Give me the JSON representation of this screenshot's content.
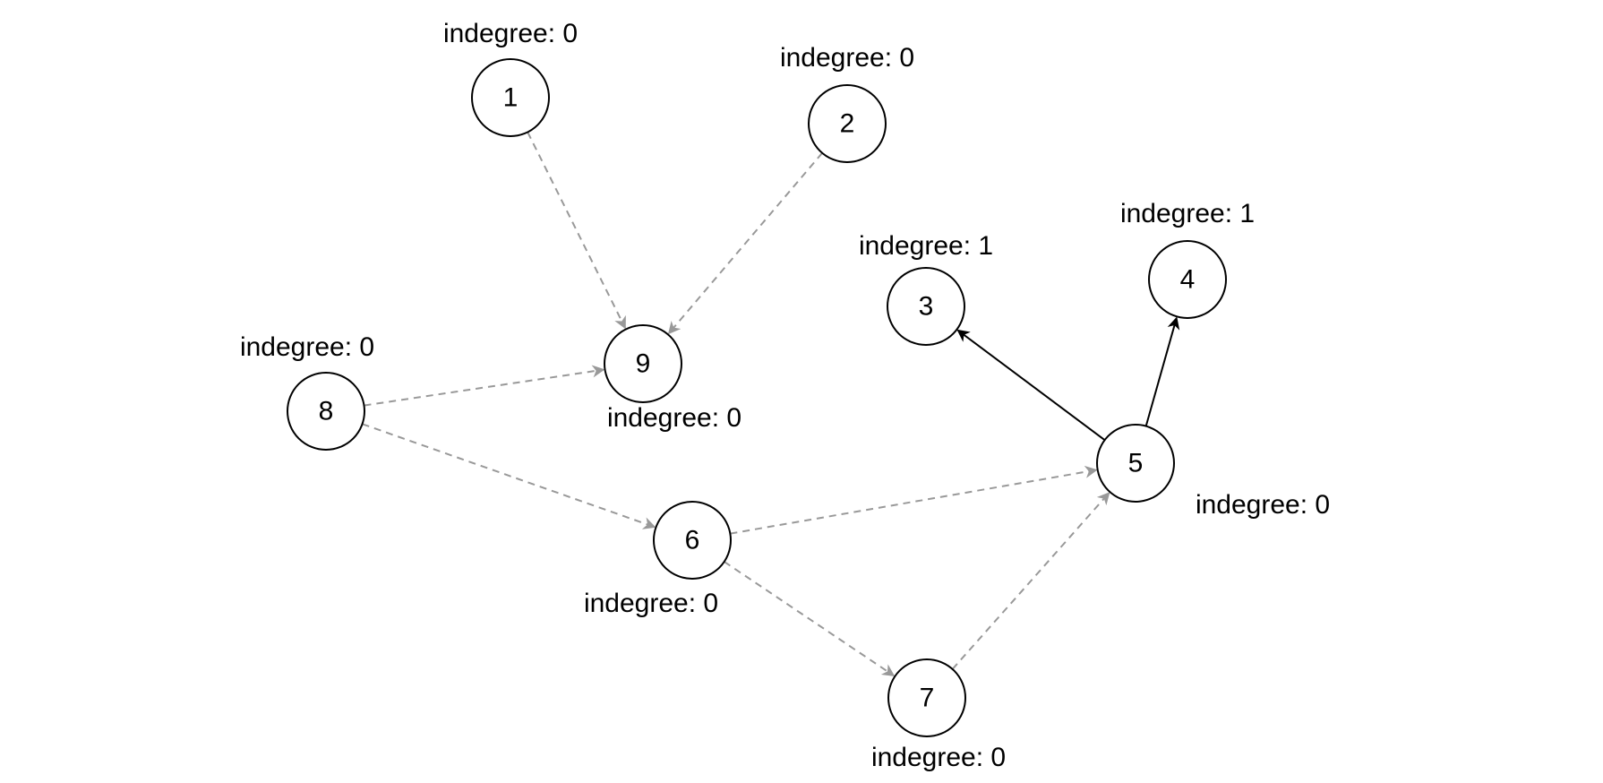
{
  "graph": {
    "colors": {
      "active_edge": "#000000",
      "removed_edge": "#999999",
      "node_stroke": "#000000",
      "node_fill": "#ffffff",
      "text": "#000000"
    },
    "nodes": [
      {
        "id": "1",
        "label": "1",
        "indegree_text": "indegree: 0"
      },
      {
        "id": "2",
        "label": "2",
        "indegree_text": "indegree: 0"
      },
      {
        "id": "3",
        "label": "3",
        "indegree_text": "indegree: 1"
      },
      {
        "id": "4",
        "label": "4",
        "indegree_text": "indegree: 1"
      },
      {
        "id": "5",
        "label": "5",
        "indegree_text": "indegree: 0"
      },
      {
        "id": "6",
        "label": "6",
        "indegree_text": "indegree: 0"
      },
      {
        "id": "7",
        "label": "7",
        "indegree_text": "indegree: 0"
      },
      {
        "id": "8",
        "label": "8",
        "indegree_text": "indegree: 0"
      },
      {
        "id": "9",
        "label": "9",
        "indegree_text": "indegree: 0"
      }
    ],
    "edges": [
      {
        "from": "1",
        "to": "9",
        "style": "removed"
      },
      {
        "from": "2",
        "to": "9",
        "style": "removed"
      },
      {
        "from": "8",
        "to": "9",
        "style": "removed"
      },
      {
        "from": "8",
        "to": "6",
        "style": "removed"
      },
      {
        "from": "6",
        "to": "5",
        "style": "removed"
      },
      {
        "from": "6",
        "to": "7",
        "style": "removed"
      },
      {
        "from": "7",
        "to": "5",
        "style": "removed"
      },
      {
        "from": "5",
        "to": "3",
        "style": "active"
      },
      {
        "from": "5",
        "to": "4",
        "style": "active"
      }
    ]
  }
}
